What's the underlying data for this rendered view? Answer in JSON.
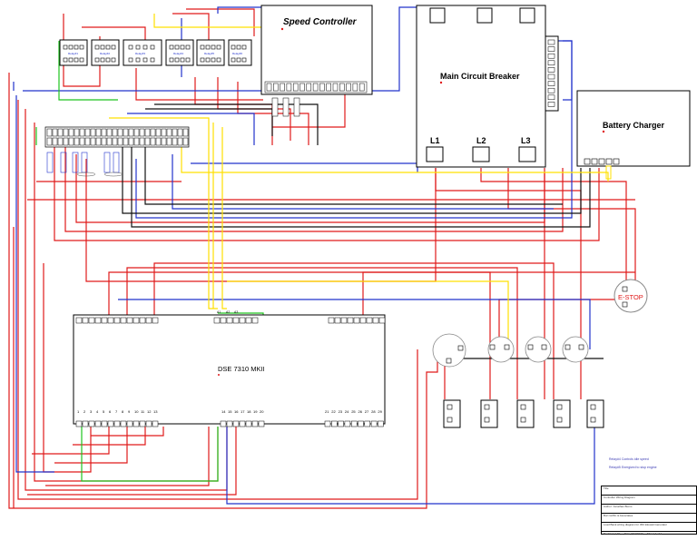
{
  "components": {
    "speed_controller": "Speed Controller",
    "main_circuit_breaker": "Main Circuit Breaker",
    "battery_charger": "Battery Charger",
    "controller": "DSE 7310 MKII",
    "estop": "E-STOP"
  },
  "breaker_terminals": [
    "L1",
    "L2",
    "L3"
  ],
  "relay_labels": [
    "Relay#1",
    "Relay#2",
    "Relay#3",
    "Relay#4",
    "Relay#5",
    "Relay#6"
  ],
  "dse_top_connector_labels": [
    "A1",
    "A2",
    "A3"
  ],
  "dse_bottom_row1_numbers": [
    "1",
    "2",
    "3",
    "4",
    "5",
    "6",
    "7",
    "8",
    "9",
    "10",
    "11",
    "12",
    "13"
  ],
  "dse_bottom_row2_numbers": [
    "14",
    "15",
    "16",
    "17",
    "18",
    "19",
    "20"
  ],
  "dse_bottom_row3_numbers": [
    "21",
    "22",
    "23",
    "24",
    "25",
    "26",
    "27",
    "28",
    "29"
  ],
  "notes": [
    "Relay#4 Controls idle speed",
    "Relay#5 Energized to stop engine"
  ],
  "title_block": {
    "rows": [
      "Title",
      "Controller Wiring Diagram",
      "Author: Jonathan Burns",
      "Burt Griffin & Associates",
      "Load Bank wiring diagram for 450 kilowatt Generator",
      "Revision 1.01 — Date 7/12/2023 — Sheet 1 of 1"
    ]
  },
  "colors": {
    "red": "#e01a1a",
    "blue": "#2233cc",
    "black": "#111111",
    "green": "#1fc41f",
    "yellow": "#ffe000"
  }
}
